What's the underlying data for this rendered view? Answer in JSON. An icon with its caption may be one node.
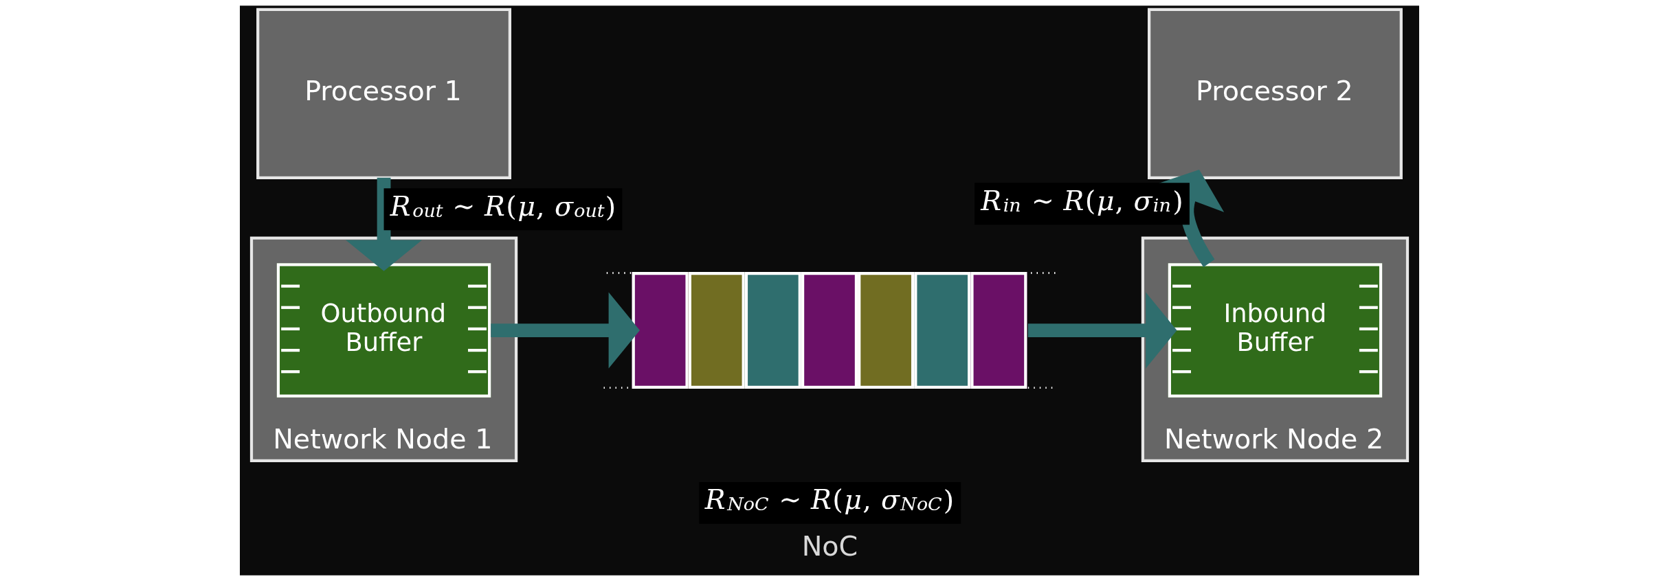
{
  "diagram": {
    "nodes": [
      {
        "text": [
          "Processor 1"
        ]
      },
      {
        "text": [
          "Network Node 1"
        ]
      },
      {
        "text": [
          "Outbound Buffer"
        ],
        "in": 1
      },
      {
        "text": [],
        "shape": "box",
        "beside": [
          "R$_{NoC}$ ∼ R(μ, σ$_{NoC}$)",
          "NoC"
        ]
      },
      {
        "text": [
          "Network Node 2"
        ]
      },
      {
        "text": [
          "Inbound Buffer"
        ],
        "in": 4
      },
      {
        "text": [
          "Processor 2"
        ]
      }
    ],
    "edges": [
      {
        "from": 0,
        "to": 2,
        "arrow": "to",
        "label": "R$_{out}$ ∼ R(μ, σ$_{out}$)"
      },
      {
        "from": 2,
        "to": 3,
        "arrow": "to"
      },
      {
        "from": 3,
        "to": 5,
        "arrow": "to"
      },
      {
        "from": 5,
        "to": 6,
        "arrow": "to",
        "label": "R$_{in}$ ∼ R(μ, σ$_{in}$)"
      }
    ]
  }
}
